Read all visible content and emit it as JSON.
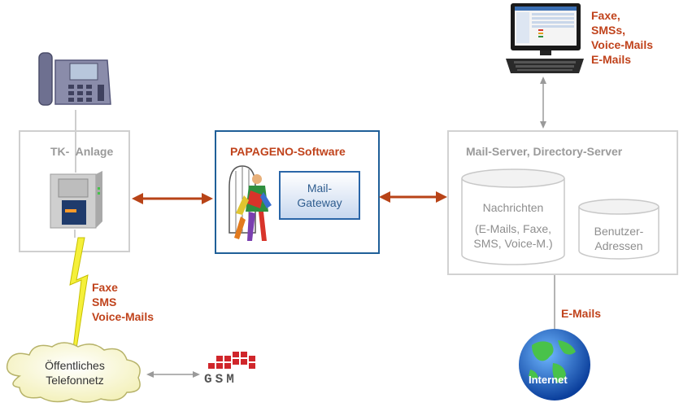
{
  "tk_anlage": {
    "title": "TK-  Anlage"
  },
  "papageno": {
    "title": "PAPAGENO-Software",
    "gateway_line1": "Mail-",
    "gateway_line2": "Gateway"
  },
  "mail_server": {
    "title": "Mail-Server, Directory-Server",
    "nachrichten_lines": [
      "Nachrichten",
      "(E-Mails, Faxe,",
      "SMS, Voice-M.)"
    ],
    "benutzer_lines": [
      "Benutzer-",
      "Adressen"
    ]
  },
  "computer_label_lines": [
    "Faxe,",
    "SMSs,",
    "Voice-Mails",
    "E-Mails"
  ],
  "phone_line_label_lines": [
    "Faxe",
    "SMS",
    "Voice-Mails"
  ],
  "email_label": "E-Mails",
  "cloud_lines": [
    "Öffentliches",
    "Telefonnetz"
  ],
  "internet_label": "Internet",
  "gsm_label": "GSM",
  "colors": {
    "accent_red": "#c0431c",
    "box_blue": "#1f5f98",
    "arrow_red": "#b84317",
    "gray_border": "#cfcfcf"
  },
  "icons": [
    "desk-phone-icon",
    "pbx-device-icon",
    "parrot-man-icon",
    "computer-monitor-icon",
    "database-cylinder-icon",
    "cloud-icon",
    "globe-icon",
    "gsm-logo-icon",
    "lightning-bolt-icon"
  ]
}
